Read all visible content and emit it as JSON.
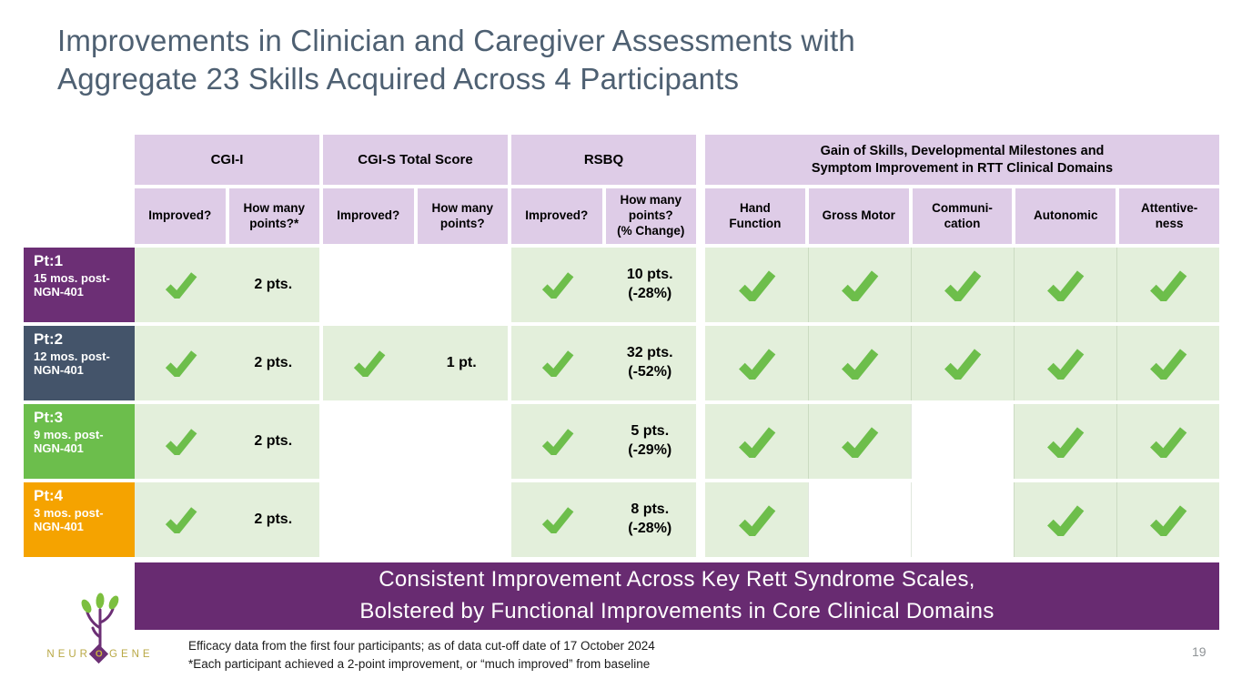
{
  "slide": {
    "title_lines": [
      "Improvements in Clinician and Caregiver Assessments with",
      "Aggregate 23 Skills Acquired Across 4 Participants"
    ],
    "page_number": "19"
  },
  "colors": {
    "title": "#4E6072",
    "header_bg": "#DECCE7",
    "cell_bg": "#E3EFDB",
    "empty_bg": "#FFFFFF",
    "check": "#6DBE4B",
    "banner_bg": "#682B71"
  },
  "table": {
    "left_groups": [
      {
        "label_lines": [
          "CGI-I"
        ],
        "sub": [
          [
            "Improved?"
          ],
          [
            "How many",
            "points?*"
          ]
        ]
      },
      {
        "label_lines": [
          "CGI-S Total Score"
        ],
        "sub": [
          [
            "Improved?"
          ],
          [
            "How many",
            "points?"
          ]
        ]
      },
      {
        "label_lines": [
          "RSBQ"
        ],
        "sub": [
          [
            "Improved?"
          ],
          [
            "How many",
            "points?",
            "(% Change)"
          ]
        ]
      }
    ],
    "right_group": {
      "label_lines": [
        "Gain of Skills, Developmental Milestones and",
        "Symptom Improvement in RTT Clinical Domains"
      ],
      "sub": [
        [
          "Hand",
          "Function"
        ],
        [
          "Gross Motor"
        ],
        [
          "Communi-",
          "cation"
        ],
        [
          "Autonomic"
        ],
        [
          "Attentive-",
          "ness"
        ]
      ]
    },
    "rows": [
      {
        "pt": "Pt:1",
        "duration": "15 mos. post-NGN-401",
        "color": "#6C2F75",
        "scales": [
          {
            "improved": true,
            "points_lines": [
              "2 pts."
            ]
          },
          {
            "improved": false,
            "points_lines": []
          },
          {
            "improved": true,
            "points_lines": [
              "10 pts.",
              "(-28%)"
            ]
          }
        ],
        "domains": [
          true,
          true,
          true,
          true,
          true
        ]
      },
      {
        "pt": "Pt:2",
        "duration": "12 mos. post-NGN-401",
        "color": "#44546A",
        "scales": [
          {
            "improved": true,
            "points_lines": [
              "2 pts."
            ]
          },
          {
            "improved": true,
            "points_lines": [
              "1 pt."
            ]
          },
          {
            "improved": true,
            "points_lines": [
              "32 pts.",
              "(-52%)"
            ]
          }
        ],
        "domains": [
          true,
          true,
          true,
          true,
          true
        ]
      },
      {
        "pt": "Pt:3",
        "duration": "9 mos. post-NGN-401",
        "color": "#6CBE4C",
        "scales": [
          {
            "improved": true,
            "points_lines": [
              "2 pts."
            ]
          },
          {
            "improved": false,
            "points_lines": []
          },
          {
            "improved": true,
            "points_lines": [
              "5 pts.",
              "(-29%)"
            ]
          }
        ],
        "domains": [
          true,
          true,
          false,
          true,
          true
        ]
      },
      {
        "pt": "Pt:4",
        "duration": "3 mos. post-NGN-401",
        "color": "#F5A300",
        "scales": [
          {
            "improved": true,
            "points_lines": [
              "2 pts."
            ]
          },
          {
            "improved": false,
            "points_lines": []
          },
          {
            "improved": true,
            "points_lines": [
              "8 pts.",
              "(-28%)"
            ]
          }
        ],
        "domains": [
          true,
          false,
          false,
          true,
          true
        ]
      }
    ]
  },
  "banner": {
    "lines": [
      "Consistent Improvement Across Key Rett Syndrome Scales,",
      "Bolstered by Functional Improvements in Core Clinical Domains"
    ]
  },
  "footnotes": [
    "Efficacy data from the first four participants; as of data cut-off date of 17 October 2024",
    "*Each participant achieved a 2-point improvement, or “much improved” from baseline"
  ],
  "logo": {
    "word_left": "NEUR",
    "o": "O",
    "word_right": "GENE"
  }
}
